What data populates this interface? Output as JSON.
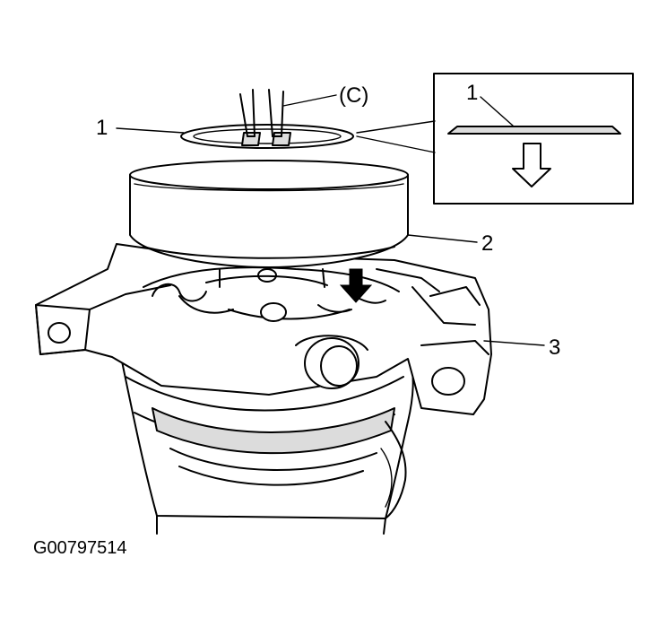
{
  "callouts": {
    "part1": "1",
    "tool_c": "(C)",
    "part2": "2",
    "part3": "3",
    "inset_part1": "1"
  },
  "figure_id": "G00797514",
  "icons": [
    "snap-ring",
    "snap-ring-pliers",
    "rotor",
    "housing",
    "down-arrow-outline",
    "down-arrow-solid"
  ]
}
